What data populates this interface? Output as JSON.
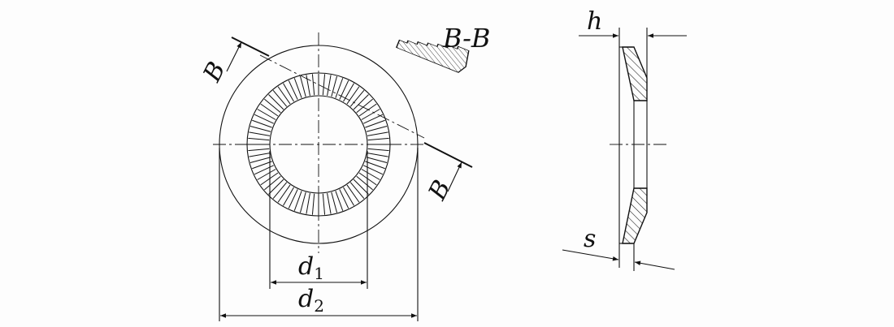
{
  "labels": {
    "section_title": "B-B",
    "cut_mark_top": "B",
    "cut_mark_bottom": "B",
    "d1_base": "d",
    "d1_sub": "1",
    "d2_base": "d",
    "d2_sub": "2",
    "height": "h",
    "thickness": "s"
  },
  "serration": {
    "teeth_count": 72
  },
  "colors": {
    "line": "#111111",
    "background": "#fdfdfd"
  }
}
